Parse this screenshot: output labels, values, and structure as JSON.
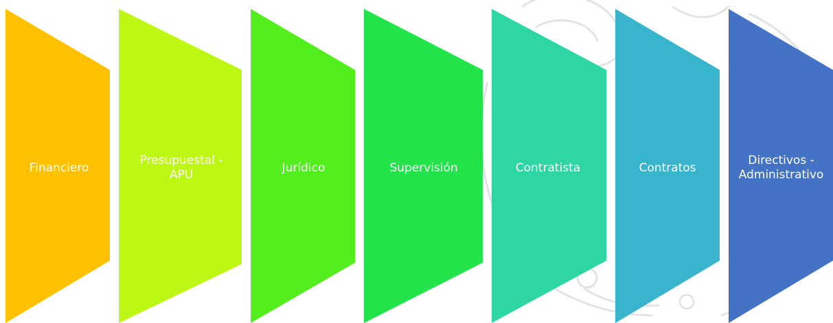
{
  "steps": [
    {
      "label": "Financiero",
      "color": "#FFC000"
    },
    {
      "label": "Presupuestal -\nAPU",
      "color": "#BDF714"
    },
    {
      "label": "Jurídico",
      "color": "#52EE1D"
    },
    {
      "label": "Supervisión",
      "color": "#22E349"
    },
    {
      "label": "Contratista",
      "color": "#2DD6A2"
    },
    {
      "label": "Contratos",
      "color": "#38B4CC"
    },
    {
      "label": "Directivos -\nAdministrativo",
      "color": "#4472C4"
    }
  ],
  "watermark_color": "#dcdcdc"
}
